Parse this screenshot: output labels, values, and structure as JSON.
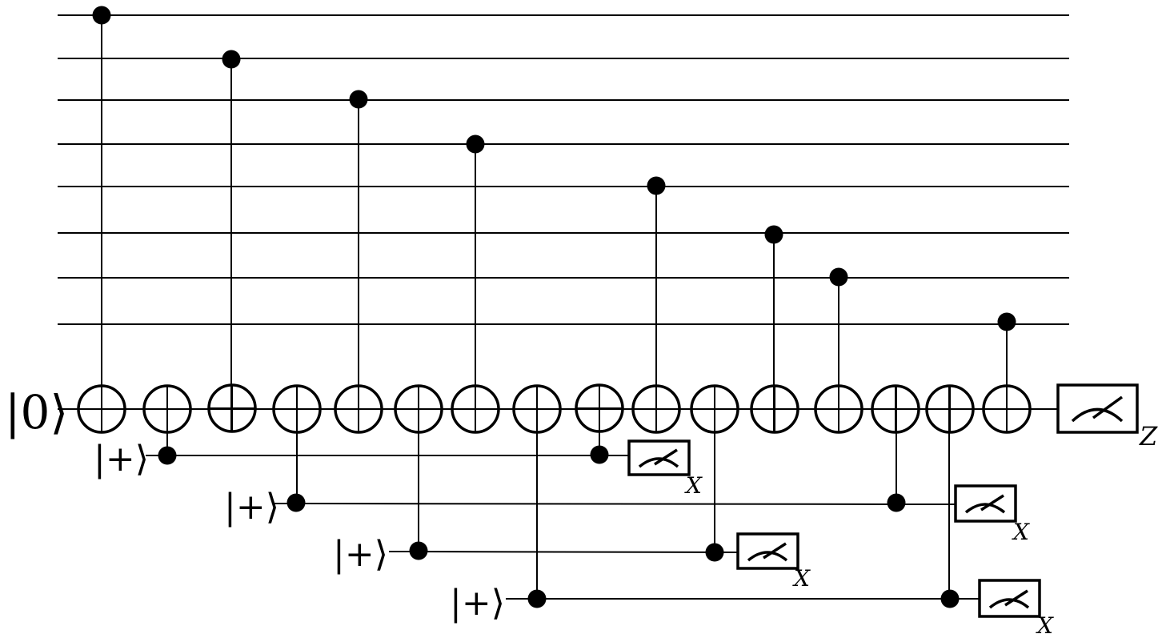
{
  "colors": {
    "ink": "#000000",
    "background": "#ffffff"
  },
  "labels": {
    "ket_zero": "|0⟩",
    "ket_plus": "|+⟩",
    "basis_x": "X",
    "basis_z": "Z"
  }
}
